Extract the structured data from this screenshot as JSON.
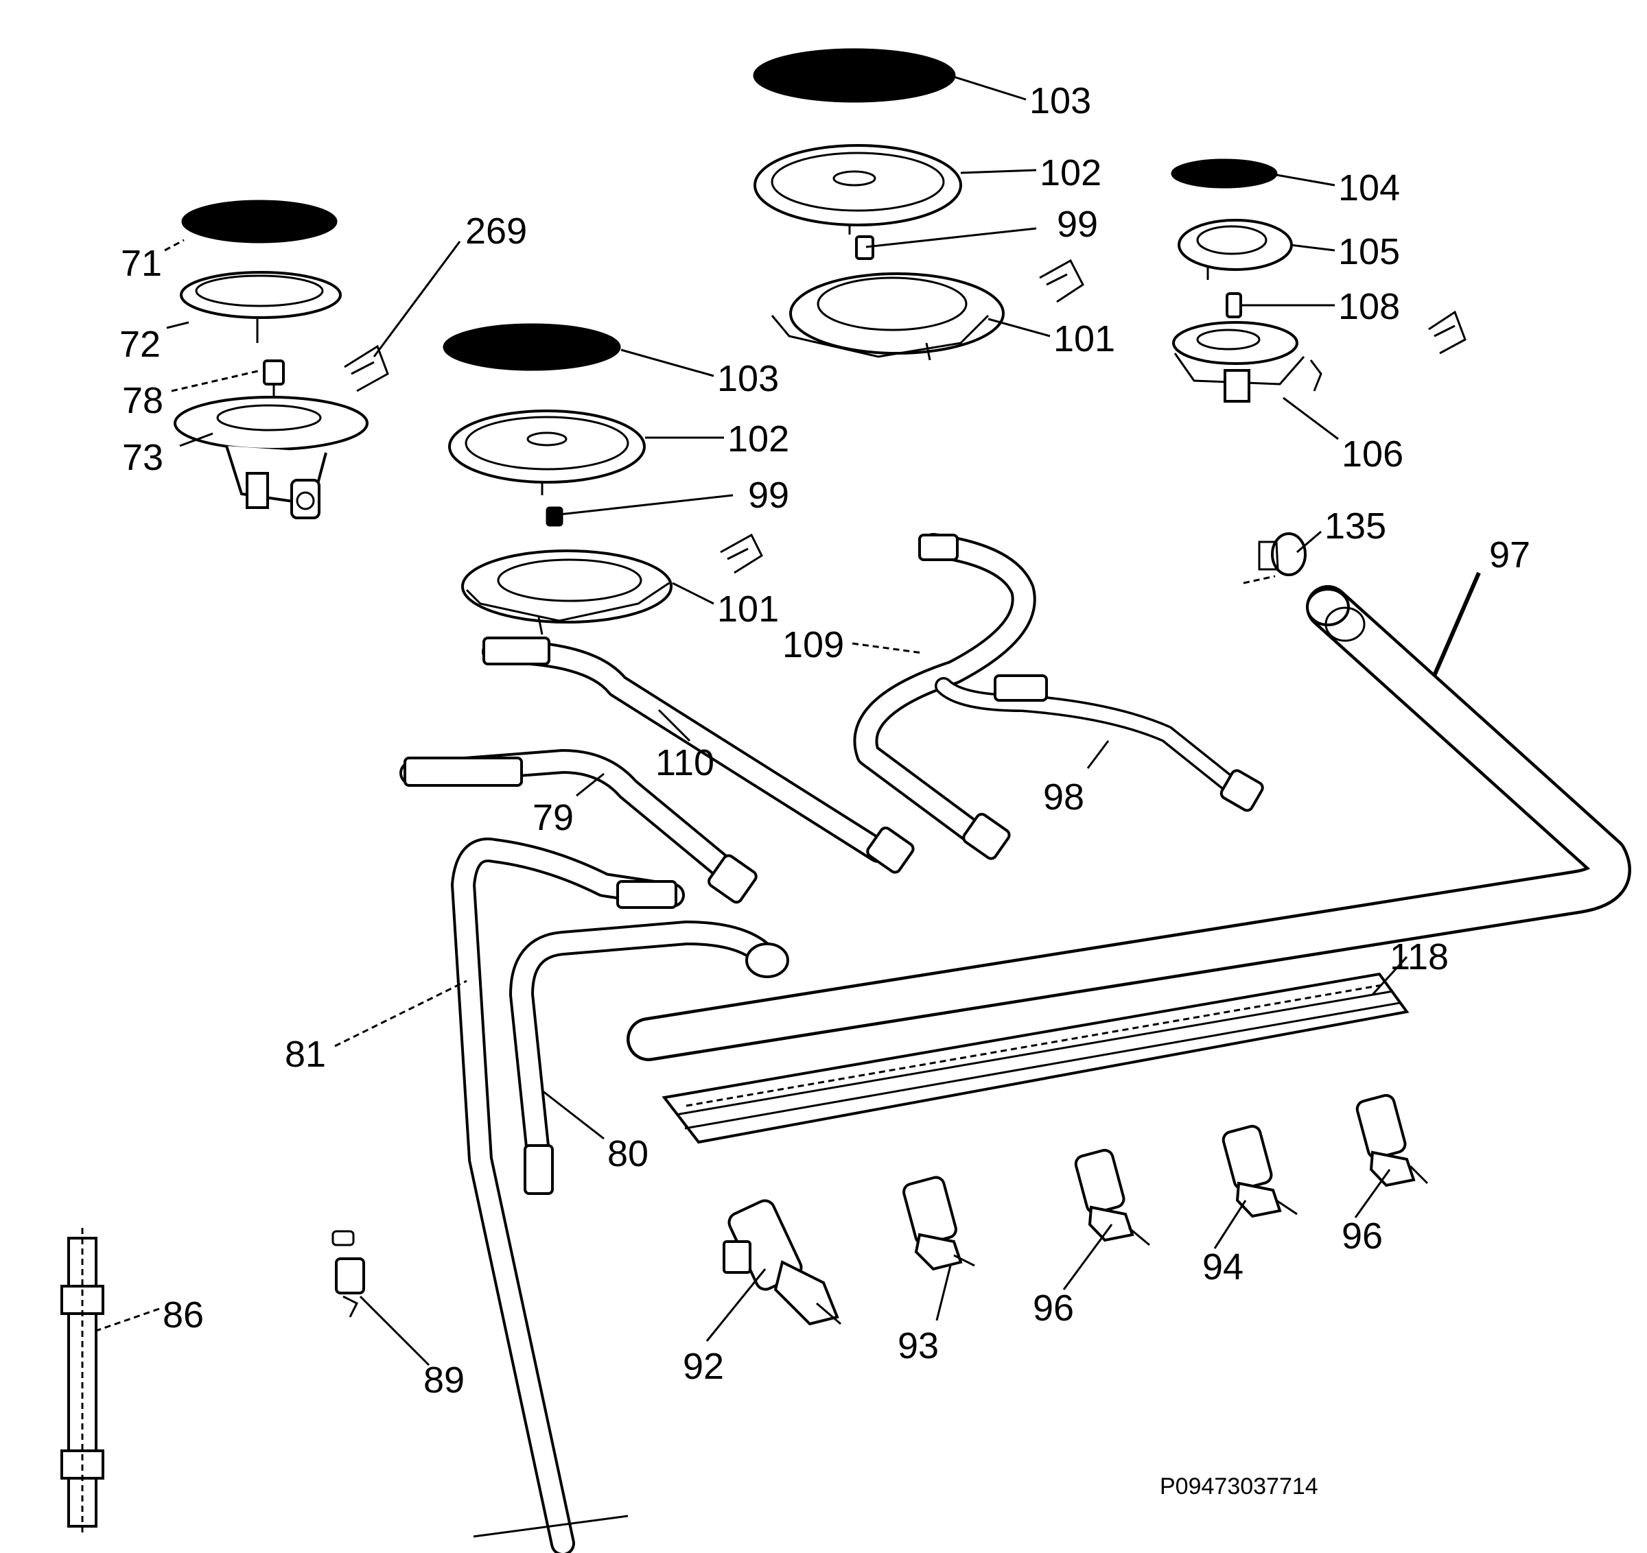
{
  "diagram": {
    "code": "P09473037714",
    "labels": {
      "l71": "71",
      "l72": "72",
      "l78": "78",
      "l73": "73",
      "l269": "269",
      "l103a": "103",
      "l102a": "102",
      "l99a": "99",
      "l101a": "101",
      "l103b": "103",
      "l102b": "102",
      "l99b": "99",
      "l101b": "101",
      "l104": "104",
      "l105": "105",
      "l108": "108",
      "l106": "106",
      "l135": "135",
      "l97": "97",
      "l109": "109",
      "l110": "110",
      "l79": "79",
      "l98": "98",
      "l81": "81",
      "l80": "80",
      "l118": "118",
      "l86": "86",
      "l89": "89",
      "l92": "92",
      "l93": "93",
      "l96a": "96",
      "l94": "94",
      "l96b": "96"
    }
  }
}
